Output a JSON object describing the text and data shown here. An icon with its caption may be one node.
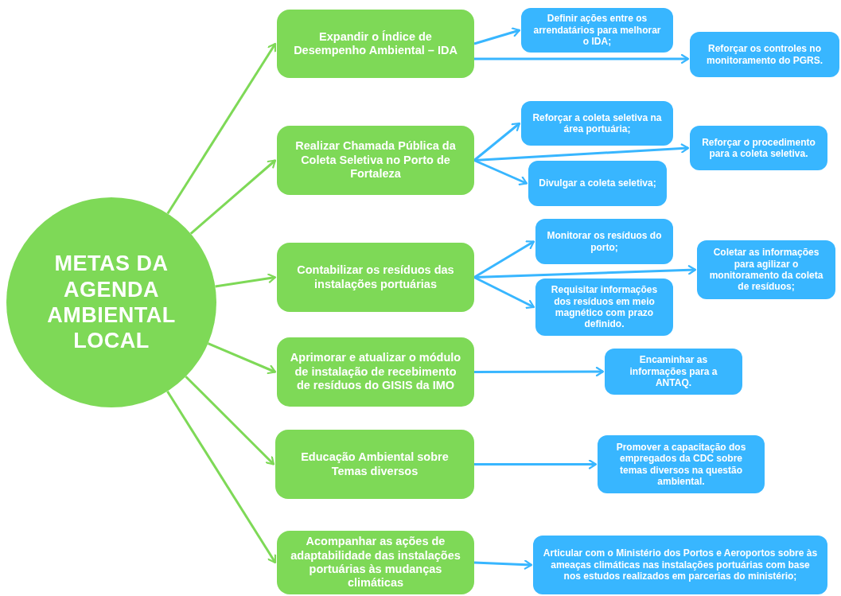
{
  "diagram": {
    "nodes": [
      {
        "text": [
          "METAS DA AGENDA AMBIENTAL LOCAL"
        ]
      },
      {
        "text": [
          "Expandir o Índice de Desempenho Ambiental – IDA"
        ]
      },
      {
        "text": [
          "Realizar Chamada Pública da Coleta Seletiva no Porto de Fortaleza"
        ]
      },
      {
        "text": [
          "Contabilizar os resíduos das instalações portuárias"
        ]
      },
      {
        "text": [
          "Aprimorar e atualizar o módulo de instalação de recebimento de resíduos do GISIS da IMO"
        ]
      },
      {
        "text": [
          "Educação Ambiental sobre Temas diversos"
        ]
      },
      {
        "text": [
          "Acompanhar as ações de adaptabilidade das instalações portuárias às mudanças climáticas"
        ]
      },
      {
        "text": [
          "Definir ações entre os arrendatários para melhorar o IDA;"
        ]
      },
      {
        "text": [
          "Reforçar os controles no monitoramento do PGRS."
        ]
      },
      {
        "text": [
          "Reforçar a coleta seletiva na área portuária;"
        ]
      },
      {
        "text": [
          "Reforçar o procedimento para a coleta seletiva."
        ]
      },
      {
        "text": [
          "Divulgar a coleta seletiva;"
        ]
      },
      {
        "text": [
          "Monitorar os resíduos do porto;"
        ]
      },
      {
        "text": [
          "Coletar as informações para agilizar o monitoramento da coleta de resíduos;"
        ]
      },
      {
        "text": [
          "Requisitar informações dos resíduos em meio magnético com prazo definido."
        ]
      },
      {
        "text": [
          "Encaminhar as informações para a ANTAQ."
        ]
      },
      {
        "text": [
          "Promover a capacitação dos empregados da CDC sobre temas diversos na questão ambiental."
        ]
      },
      {
        "text": [
          "Articular com o Ministério dos Portos e Aeroportos sobre às ameaças climáticas nas instalações portuárias com base nos estudos realizados em parcerias do ministério;"
        ]
      }
    ],
    "edges": [
      {
        "from": 0,
        "to": 1,
        "arrow": "to",
        "color": "#7ed957"
      },
      {
        "from": 0,
        "to": 2,
        "arrow": "to",
        "color": "#7ed957"
      },
      {
        "from": 0,
        "to": 3,
        "arrow": "to",
        "color": "#7ed957"
      },
      {
        "from": 0,
        "to": 4,
        "arrow": "to",
        "color": "#7ed957"
      },
      {
        "from": 0,
        "to": 5,
        "arrow": "to",
        "color": "#7ed957"
      },
      {
        "from": 0,
        "to": 6,
        "arrow": "to",
        "color": "#7ed957"
      },
      {
        "from": 1,
        "to": 7,
        "arrow": "to"
      },
      {
        "from": 1,
        "to": 8,
        "arrow": "to"
      },
      {
        "from": 2,
        "to": 9,
        "arrow": "to"
      },
      {
        "from": 2,
        "to": 10,
        "arrow": "to"
      },
      {
        "from": 2,
        "to": 11,
        "arrow": "to"
      },
      {
        "from": 3,
        "to": 12,
        "arrow": "to"
      },
      {
        "from": 3,
        "to": 13,
        "arrow": "to"
      },
      {
        "from": 3,
        "to": 14,
        "arrow": "to"
      },
      {
        "from": 4,
        "to": 15,
        "arrow": "to"
      },
      {
        "from": 5,
        "to": 16,
        "arrow": "to"
      },
      {
        "from": 6,
        "to": 17,
        "arrow": "to"
      }
    ]
  }
}
